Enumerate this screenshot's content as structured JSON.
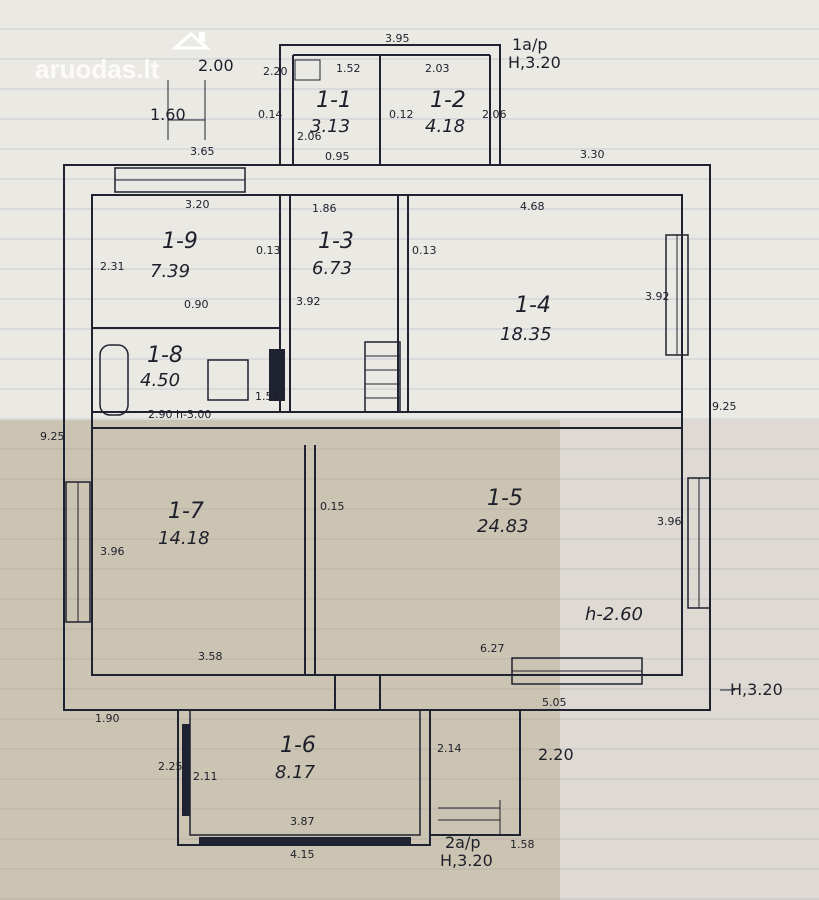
{
  "watermark": {
    "text": "aruodas.lt",
    "icon": "house-icon"
  },
  "rooms": [
    {
      "id": "1-1",
      "area": "3.13"
    },
    {
      "id": "1-2",
      "area": "4.18"
    },
    {
      "id": "1-3",
      "area": "6.73"
    },
    {
      "id": "1-4",
      "area": "18.35"
    },
    {
      "id": "1-5",
      "area": "24.83"
    },
    {
      "id": "1-6",
      "area": "8.17"
    },
    {
      "id": "1-7",
      "area": "14.18"
    },
    {
      "id": "1-8",
      "area": "4.50"
    },
    {
      "id": "1-9",
      "area": "7.39"
    }
  ],
  "annex_top": {
    "label": "1a/p",
    "height": "H,3.20"
  },
  "annex_bottom": {
    "label": "2a/p",
    "height": "H,3.20"
  },
  "building_height": "H,3.20",
  "room_height": "h-2.60",
  "dims": {
    "d395": "3.95",
    "d220a": "2.20",
    "d152": "1.52",
    "d203": "2.03",
    "d200": "2.00",
    "d160": "1.60",
    "d365": "3.65",
    "d014": "0.14",
    "d206a": "2.06",
    "d012": "0.12",
    "d206b": "2.06",
    "d095": "0.95",
    "d330": "3.30",
    "d320": "3.20",
    "d186": "1.86",
    "d468": "4.68",
    "d231": "2.31",
    "d013a": "0.13",
    "d013b": "0.13",
    "d392a": "3.92",
    "d392b": "3.92",
    "d090": "0.90",
    "d290": "2.90 h-3.00",
    "d155": "1.55",
    "d925a": "9.25",
    "d925b": "9.25",
    "d015": "0.15",
    "d396a": "3.96",
    "d396b": "3.96",
    "d358": "3.58",
    "d627": "6.27",
    "d190": "1.90",
    "d505": "5.05",
    "d225": "2.25",
    "d211": "2.11",
    "d214": "2.14",
    "d220b": "2.20",
    "d387": "3.87",
    "d415": "4.15",
    "d158": "1.58"
  }
}
